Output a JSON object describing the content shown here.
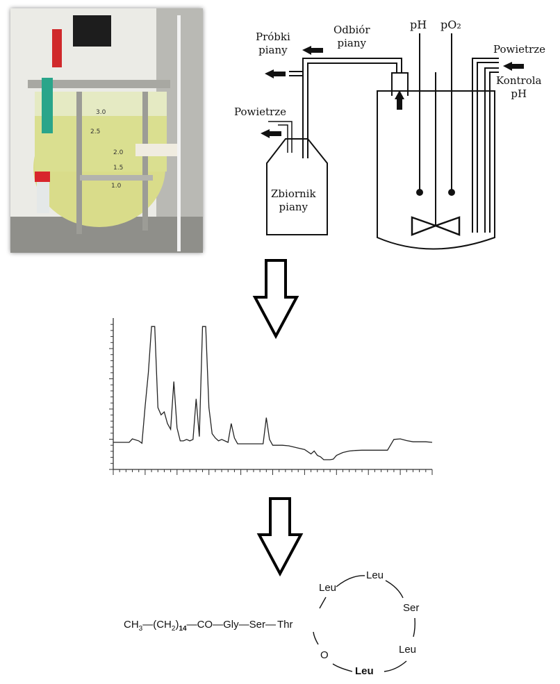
{
  "photo": {
    "description": "bioreactor vessel with foam",
    "volume_marks": [
      "3.0",
      "2.5",
      "2.0",
      "1.5",
      "1.0"
    ]
  },
  "schematic": {
    "labels": {
      "foam_samples": [
        "Próbki",
        "piany"
      ],
      "foam_collection": [
        "Odbiór",
        "piany"
      ],
      "ph_probe": "pH",
      "po2_probe": "pO₂",
      "air_in": "Powietrze",
      "ph_control": [
        "Kontrola",
        "pH"
      ],
      "air_out": "Powietrze",
      "foam_tank": [
        "Zbiornik",
        "piany"
      ]
    }
  },
  "chromatogram": {
    "type": "line",
    "title": "",
    "xlabel": "",
    "ylabel": "",
    "x": [
      0,
      5,
      6,
      8,
      9,
      10,
      11,
      12,
      13,
      14,
      15,
      16,
      17,
      18,
      19,
      20,
      21,
      22,
      23,
      24,
      25,
      26,
      27,
      28,
      29,
      30,
      31,
      32,
      33,
      34,
      35,
      36,
      37,
      38,
      39,
      40,
      41,
      42,
      43,
      44,
      45,
      46,
      47,
      48,
      49,
      50,
      51,
      52,
      53,
      55,
      58,
      60,
      62,
      63,
      64,
      65,
      66,
      67,
      68,
      69,
      70,
      72,
      74,
      76,
      78,
      80,
      82,
      84,
      86,
      88,
      90,
      92,
      94,
      96,
      98,
      100
    ],
    "y": [
      0,
      0,
      0.12,
      0.05,
      -0.03,
      1.25,
      2.4,
      4.0,
      4.0,
      1.2,
      0.95,
      1.05,
      0.65,
      0.45,
      2.1,
      0.5,
      0.05,
      0.05,
      0.1,
      0.05,
      0.1,
      1.5,
      0.2,
      4.0,
      4.0,
      1.2,
      0.3,
      0.15,
      0.05,
      0.1,
      0.05,
      0,
      0.65,
      0.15,
      -0.05,
      -0.05,
      -0.05,
      -0.05,
      -0.05,
      -0.05,
      -0.05,
      -0.05,
      -0.05,
      0.85,
      0.1,
      -0.1,
      -0.1,
      -0.1,
      -0.1,
      -0.12,
      -0.2,
      -0.25,
      -0.4,
      -0.3,
      -0.45,
      -0.5,
      -0.6,
      -0.6,
      -0.6,
      -0.58,
      -0.45,
      -0.35,
      -0.3,
      -0.28,
      -0.27,
      -0.27,
      -0.27,
      -0.27,
      -0.27,
      0.1,
      0.12,
      0.06,
      0.02,
      0.02,
      0.02,
      0.0
    ],
    "xlim": [
      0,
      100
    ],
    "ylim": [
      -0.8,
      4.1
    ],
    "grid": false
  },
  "lipopeptide": {
    "chain": {
      "ch3": "CH",
      "ch3_sub": "3",
      "ch2": "(CH",
      "ch2_sub": "2",
      "ch2_close": ")",
      "n": "14",
      "dash": "—"
    },
    "linear": [
      "CO",
      "Gly",
      "Ser"
    ],
    "ring": [
      "Thr",
      "Leu",
      "Leu",
      "Ser",
      "Leu",
      "Leu",
      "O"
    ],
    "bold_residue": "Leu"
  }
}
